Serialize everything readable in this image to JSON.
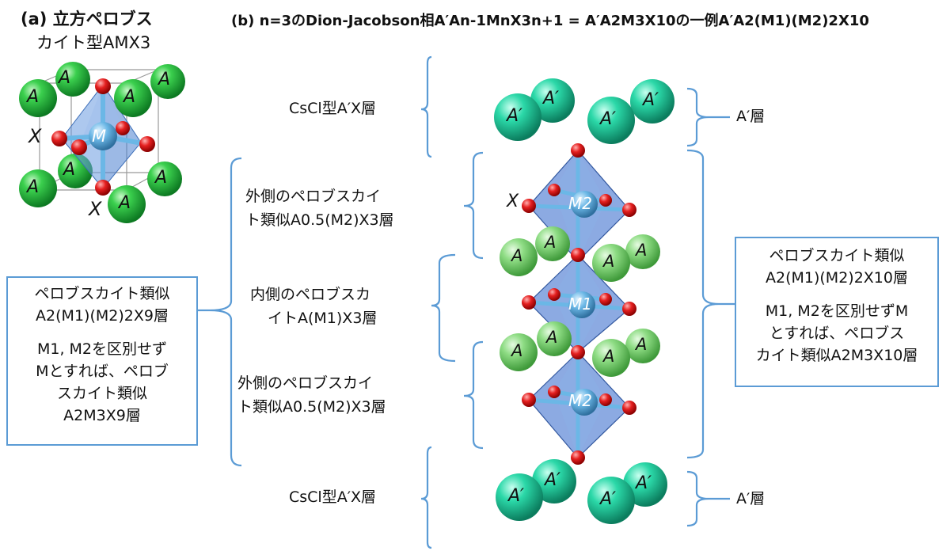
{
  "colors": {
    "bracket": "#5b9bd5",
    "a_green": "#22b14c",
    "a_light_green": "#7fd47f",
    "a_prime_teal": "#1fbf9a",
    "x_red": "#e02020",
    "m_blue": "#58a6d6",
    "octahedron": "#4f7fcf"
  },
  "panel_a": {
    "title_line1": "(a) 立方ペロブス",
    "title_line2": "カイト型AMX3",
    "atoms": {
      "A": "A",
      "M": "M",
      "X": "X"
    }
  },
  "panel_b": {
    "title": "(b) n=3のDion-Jacobson相A′An-1MnX3n+1 = A′A2M3X10の一例A′A2(M1)(M2)2X10",
    "atoms": {
      "A": "A",
      "A_prime": "A′",
      "M1": "M1",
      "M2": "M2",
      "X": "X"
    },
    "layers": {
      "cscl_top": "CsCl型A′X層",
      "outer_top_line1": "外側のペロブスカイ",
      "outer_top_line2": "ト類似A0.5(M2)X3層",
      "inner_line1": "内側のペロブスカ",
      "inner_line2": "イトA(M1)X3層",
      "outer_bottom_line1": "外側のペロブスカイ",
      "outer_bottom_line2": "ト類似A0.5(M2)X3層",
      "cscl_bottom": "CsCl型A′X層",
      "a_prime_top": "A′層",
      "a_prime_bottom": "A′層"
    },
    "left_box": {
      "line1": "ペロブスカイト類似",
      "line2": "A2(M1)(M2)2X9層",
      "line3": "M1, M2を区別せず",
      "line4": "Mとすれば、ペロブ",
      "line5": "スカイト類似",
      "line6": "A2M3X9層"
    },
    "right_box": {
      "line1": "ペロブスカイト類似",
      "line2": "A2(M1)(M2)2X10層",
      "line3": "M1, M2を区別せずM",
      "line4": "とすれば、ペロブス",
      "line5": "カイト類似A2M3X10層"
    }
  }
}
